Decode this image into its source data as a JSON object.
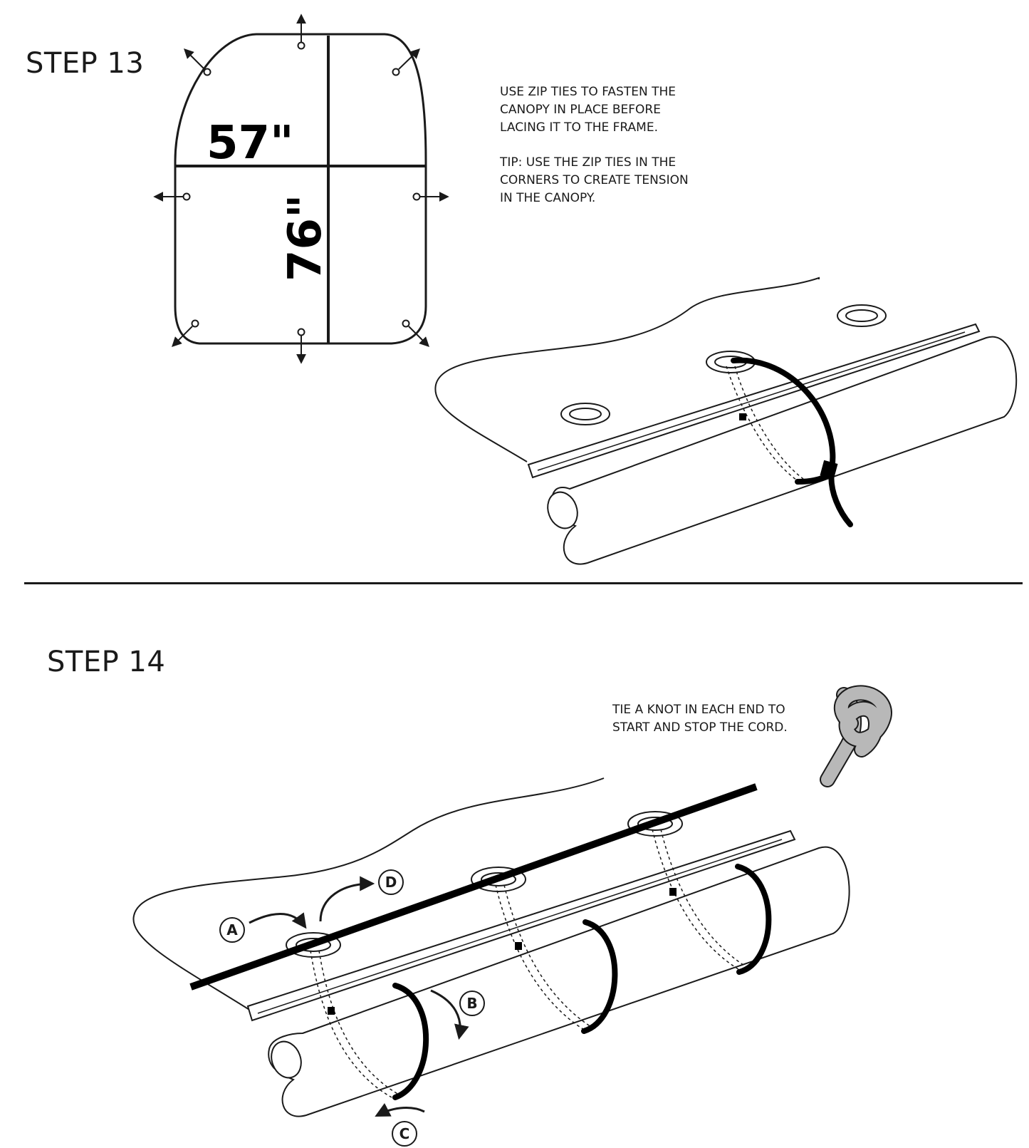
{
  "step13": {
    "title": "STEP 13",
    "instructions": [
      "USE ZIP TIES TO FASTEN THE",
      "CANOPY IN PLACE BEFORE",
      "LACING IT TO THE FRAME."
    ],
    "tip": [
      "TIP: USE THE ZIP TIES IN THE",
      "CORNERS TO CREATE TENSION",
      "IN THE CANOPY."
    ],
    "dimensions": {
      "width": "57\"",
      "length": "76\""
    }
  },
  "step14": {
    "title": "STEP 14",
    "instructions": [
      "TIE A KNOT IN EACH END TO",
      "START AND STOP THE CORD."
    ],
    "callouts": [
      "A",
      "B",
      "C",
      "D"
    ]
  },
  "icons": {
    "canopy_diagram": "canopy-outline",
    "zip_tie": "zip-tie",
    "knot": "knot",
    "lacing": "lacing-cord"
  },
  "colors": {
    "ink": "#1a1a1a",
    "cord": "#000000",
    "knot_rope": "#b8b8b8"
  }
}
